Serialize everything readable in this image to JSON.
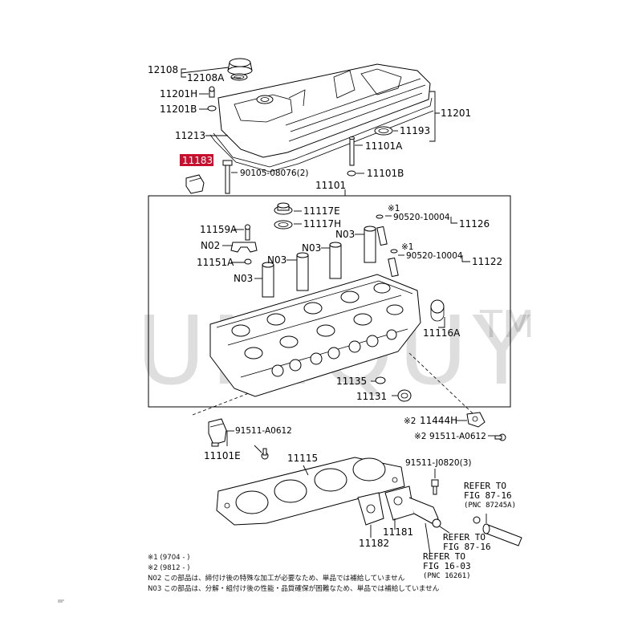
{
  "watermark": {
    "text": "UNIQUY",
    "tm": "TM"
  },
  "highlight_color": "#c8102e",
  "labels": {
    "p12108": "12108",
    "p12108A": "12108A",
    "p11201H": "11201H",
    "p11201B": "11201B",
    "p11201": "11201",
    "p11193": "11193",
    "p11213": "11213",
    "p11101A": "11101A",
    "p11183": "11183",
    "p90105": "90105-08076(2)",
    "p11101B": "11101B",
    "p11101": "11101",
    "p11117E": "11117E",
    "p11117H": "11117H",
    "p11159A": "11159A",
    "pN02": "N02",
    "p11151A": "11151A",
    "pN03a": "N03",
    "pN03b": "N03",
    "pN03c": "N03",
    "pN03d": "N03",
    "mark1a": "※1",
    "p90520a": "90520-10004",
    "p11126": "11126",
    "mark1b": "※1",
    "p90520b": "90520-10004",
    "p11122": "11122",
    "p11116A": "11116A",
    "p11135": "11135",
    "p11131": "11131",
    "mark2a": "※2",
    "p11444H": "11444H",
    "mark2b": "※2",
    "p91511A0612b": "91511-A0612",
    "p91511A0612a": "91511-A0612",
    "p11101E": "11101E",
    "p11115": "11115",
    "p91511J": "91511-J0820(3)",
    "refer1_l1": "REFER TO",
    "refer1_l2": "FIG 87-16",
    "refer1_l3": "(PNC 87245A)",
    "refer2_l1": "REFER TO",
    "refer2_l2": "FIG 87-16",
    "p11181": "11181",
    "p11182": "11182",
    "refer3_l1": "REFER TO",
    "refer3_l2": "FIG 16-03",
    "refer3_l3": "(PNC 16261)"
  },
  "notes": [
    "※1 (9704 -        )",
    "※2 (9812 -        )",
    "N02 この部品は、締付け後の特殊な加工が必要なため、単品では補給していません",
    "N03 この部品は、分解・組付け後の性能・品質確保が困難なため、単品では補給していません"
  ],
  "icons": [
    "oil-filler-cap-icon",
    "cylinder-head-cover-icon",
    "cylinder-head-icon",
    "head-gasket-icon",
    "bolt-icon",
    "camshaft-bearing-cap-icon",
    "sensor-icon",
    "water-outlet-icon",
    "hose-icon",
    "washer-icon",
    "plug-icon"
  ]
}
